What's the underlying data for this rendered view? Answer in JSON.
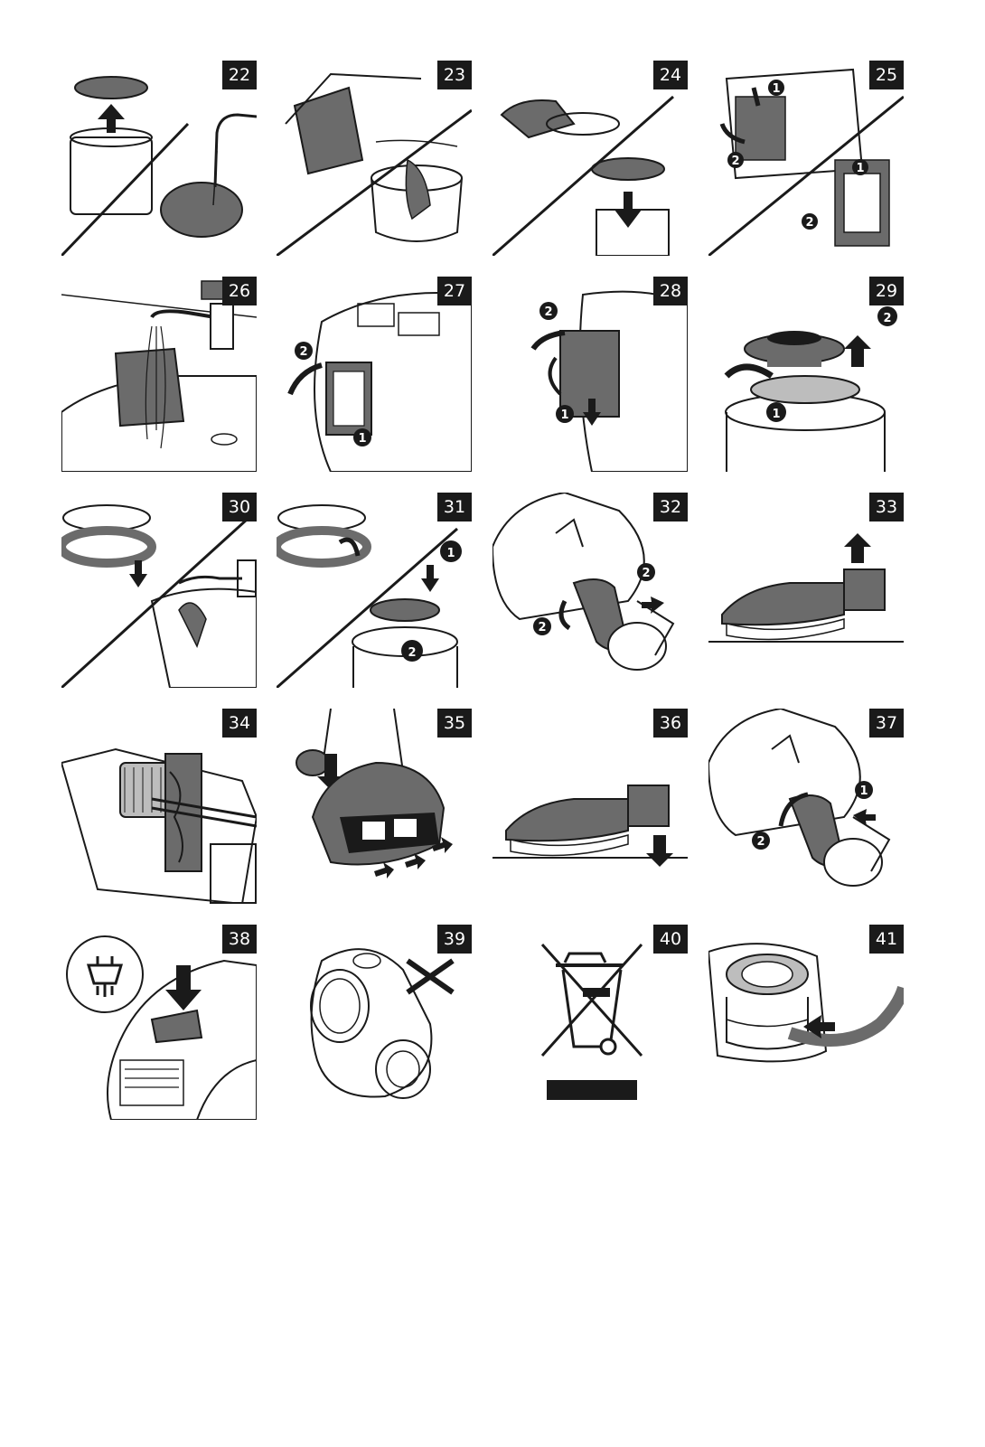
{
  "panels": [
    {
      "id": "22",
      "callouts": []
    },
    {
      "id": "23",
      "callouts": []
    },
    {
      "id": "24",
      "callouts": []
    },
    {
      "id": "25",
      "callouts": [
        "1",
        "2",
        "1",
        "2"
      ]
    },
    {
      "id": "26",
      "callouts": []
    },
    {
      "id": "27",
      "callouts": [
        "2",
        "1"
      ]
    },
    {
      "id": "28",
      "callouts": [
        "2",
        "1"
      ]
    },
    {
      "id": "29",
      "callouts": [
        "2",
        "1"
      ]
    },
    {
      "id": "30",
      "callouts": []
    },
    {
      "id": "31",
      "callouts": [
        "1",
        "2"
      ]
    },
    {
      "id": "32",
      "callouts": [
        "2",
        "2"
      ]
    },
    {
      "id": "33",
      "callouts": []
    },
    {
      "id": "34",
      "callouts": []
    },
    {
      "id": "35",
      "callouts": []
    },
    {
      "id": "36",
      "callouts": []
    },
    {
      "id": "37",
      "callouts": [
        "1",
        "2"
      ]
    },
    {
      "id": "38",
      "callouts": []
    },
    {
      "id": "39",
      "callouts": []
    },
    {
      "id": "40",
      "callouts": []
    },
    {
      "id": "41",
      "callouts": []
    }
  ],
  "colors": {
    "ink": "#1a1a1a",
    "fill": "#6b6b6b",
    "light": "#bdbdbd"
  }
}
